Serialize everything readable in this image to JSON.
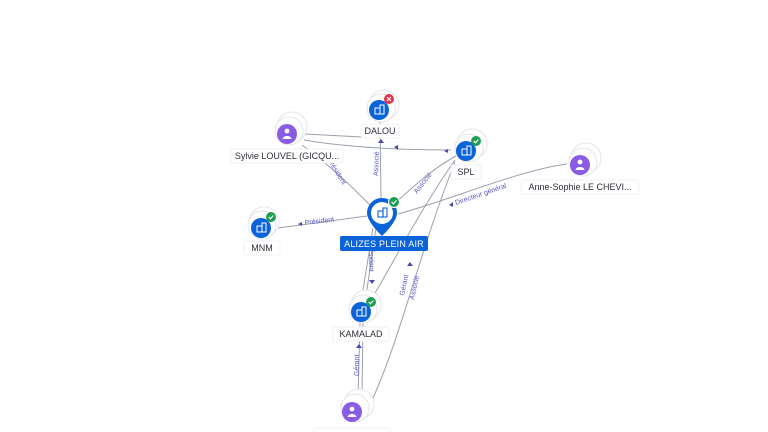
{
  "colors": {
    "company": "#0a63d9",
    "person": "#8a5ce6",
    "active": "#1f9d55",
    "inactive": "#e0334f",
    "edge": "#9aa0ac",
    "edge_label": "#5a57c9"
  },
  "nodes": {
    "main": {
      "label": "ALIZES PLEIN AIR",
      "icon": "building-icon",
      "status": "active"
    },
    "dalou": {
      "label": "DALOU",
      "icon": "building-icon",
      "status": "inactive"
    },
    "spl": {
      "label": "SPL",
      "icon": "building-icon",
      "status": "active"
    },
    "mnm": {
      "label": "MNM",
      "icon": "building-icon",
      "status": "active"
    },
    "kamalad": {
      "label": "KAMALAD",
      "icon": "building-icon",
      "status": "active"
    },
    "sylvie": {
      "label": "Sylvie LOUVEL (GICQU...",
      "icon": "person-icon"
    },
    "annesophie": {
      "label": "Anne-Sophie LE CHEVI...",
      "icon": "person-icon"
    },
    "bottom_person": {
      "label": "",
      "icon": "person-icon"
    }
  },
  "edge_labels": {
    "president": "Président",
    "directeur_general": "Directeur général",
    "associe_spl": "Associé",
    "associe_dalou": "Associé",
    "president_sylvie": "Président",
    "president_kamalad": "Président",
    "gerant_kamalad": "Gérant",
    "gerant_associe": "Gérant",
    "associe_bottom": "Associé",
    "gerant_bottom": "Gérant"
  }
}
